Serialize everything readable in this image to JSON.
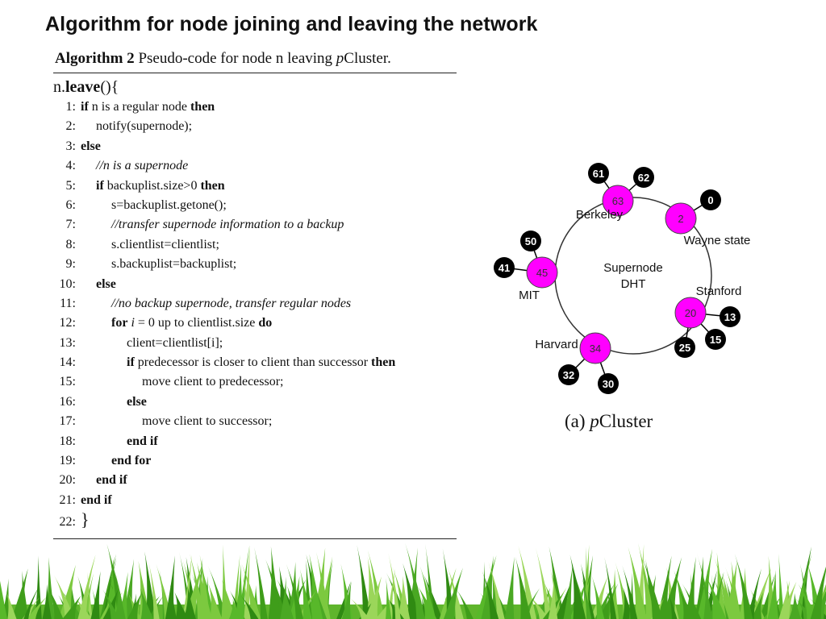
{
  "slide": {
    "title": "Algorithm for node joining and leaving the network"
  },
  "algorithm": {
    "caption_bold": "Algorithm 2",
    "caption_rest": "Pseudo-code for node n leaving",
    "caption_italic": "p",
    "caption_end": "Cluster.",
    "sig_a": "n.",
    "sig_b": "leave",
    "sig_c": "(){",
    "lines": [
      {
        "n": "1:",
        "indent": 0,
        "parts": [
          {
            "t": "if",
            "k": "kw"
          },
          {
            "t": " n is a regular node ",
            "k": ""
          },
          {
            "t": "then",
            "k": "kw"
          }
        ]
      },
      {
        "n": "2:",
        "indent": 1,
        "parts": [
          {
            "t": "notify(supernode);",
            "k": ""
          }
        ]
      },
      {
        "n": "3:",
        "indent": 0,
        "parts": [
          {
            "t": "else",
            "k": "kw"
          }
        ]
      },
      {
        "n": "4:",
        "indent": 1,
        "parts": [
          {
            "t": "//n is a supernode",
            "k": "cm"
          }
        ]
      },
      {
        "n": "5:",
        "indent": 1,
        "parts": [
          {
            "t": "if",
            "k": "kw"
          },
          {
            "t": " backuplist.size>0 ",
            "k": ""
          },
          {
            "t": "then",
            "k": "kw"
          }
        ]
      },
      {
        "n": "6:",
        "indent": 2,
        "parts": [
          {
            "t": "s=backuplist.getone();",
            "k": ""
          }
        ]
      },
      {
        "n": "7:",
        "indent": 2,
        "parts": [
          {
            "t": "//transfer supernode information to a backup",
            "k": "cm"
          }
        ]
      },
      {
        "n": "8:",
        "indent": 2,
        "parts": [
          {
            "t": "s.clientlist=clientlist;",
            "k": ""
          }
        ]
      },
      {
        "n": "9:",
        "indent": 2,
        "parts": [
          {
            "t": "s.backuplist=backuplist;",
            "k": ""
          }
        ]
      },
      {
        "n": "10:",
        "indent": 1,
        "parts": [
          {
            "t": "else",
            "k": "kw"
          }
        ]
      },
      {
        "n": "11:",
        "indent": 2,
        "parts": [
          {
            "t": "//no backup supernode, transfer regular nodes",
            "k": "cm"
          }
        ]
      },
      {
        "n": "12:",
        "indent": 2,
        "parts": [
          {
            "t": "for",
            "k": "kw"
          },
          {
            "t": " ",
            "k": ""
          },
          {
            "t": "i",
            "k": "cm"
          },
          {
            "t": " = 0 up to clientlist.size ",
            "k": ""
          },
          {
            "t": "do",
            "k": "kw"
          }
        ]
      },
      {
        "n": "13:",
        "indent": 3,
        "parts": [
          {
            "t": "client=clientlist[i];",
            "k": ""
          }
        ]
      },
      {
        "n": "14:",
        "indent": 3,
        "parts": [
          {
            "t": "if",
            "k": "kw"
          },
          {
            "t": " predecessor is closer to client than successor ",
            "k": ""
          },
          {
            "t": "then",
            "k": "kw"
          }
        ]
      },
      {
        "n": "15:",
        "indent": 4,
        "parts": [
          {
            "t": "move client to predecessor;",
            "k": ""
          }
        ]
      },
      {
        "n": "16:",
        "indent": 3,
        "parts": [
          {
            "t": "else",
            "k": "kw"
          }
        ]
      },
      {
        "n": "17:",
        "indent": 4,
        "parts": [
          {
            "t": "move client to successor;",
            "k": ""
          }
        ]
      },
      {
        "n": "18:",
        "indent": 3,
        "parts": [
          {
            "t": "end if",
            "k": "kw"
          }
        ]
      },
      {
        "n": "19:",
        "indent": 2,
        "parts": [
          {
            "t": "end for",
            "k": "kw"
          }
        ]
      },
      {
        "n": "20:",
        "indent": 1,
        "parts": [
          {
            "t": "end if",
            "k": "kw"
          }
        ]
      },
      {
        "n": "21:",
        "indent": 0,
        "parts": [
          {
            "t": "end if",
            "k": "kw"
          }
        ]
      },
      {
        "n": "22:",
        "indent": 0,
        "parts": [
          {
            "t": "}",
            "k": "big"
          }
        ]
      }
    ]
  },
  "figure": {
    "center_label_1": "Supernode",
    "center_label_2": "DHT",
    "caption_a": "(a)",
    "caption_p": "p",
    "caption_rest": "Cluster",
    "colors": {
      "supernode": "#ff00ff",
      "regular": "#000000",
      "ring": "#333333"
    },
    "supernodes": [
      {
        "id": "63",
        "label": "Berkeley",
        "clients": [
          "61",
          "62"
        ]
      },
      {
        "id": "2",
        "label": "Wayne state",
        "clients": [
          "0"
        ]
      },
      {
        "id": "20",
        "label": "Stanford",
        "clients": [
          "13",
          "15",
          "25"
        ]
      },
      {
        "id": "34",
        "label": "Harvard",
        "clients": [
          "32",
          "30"
        ]
      },
      {
        "id": "45",
        "label": "MIT",
        "clients": [
          "50",
          "41"
        ]
      }
    ]
  }
}
